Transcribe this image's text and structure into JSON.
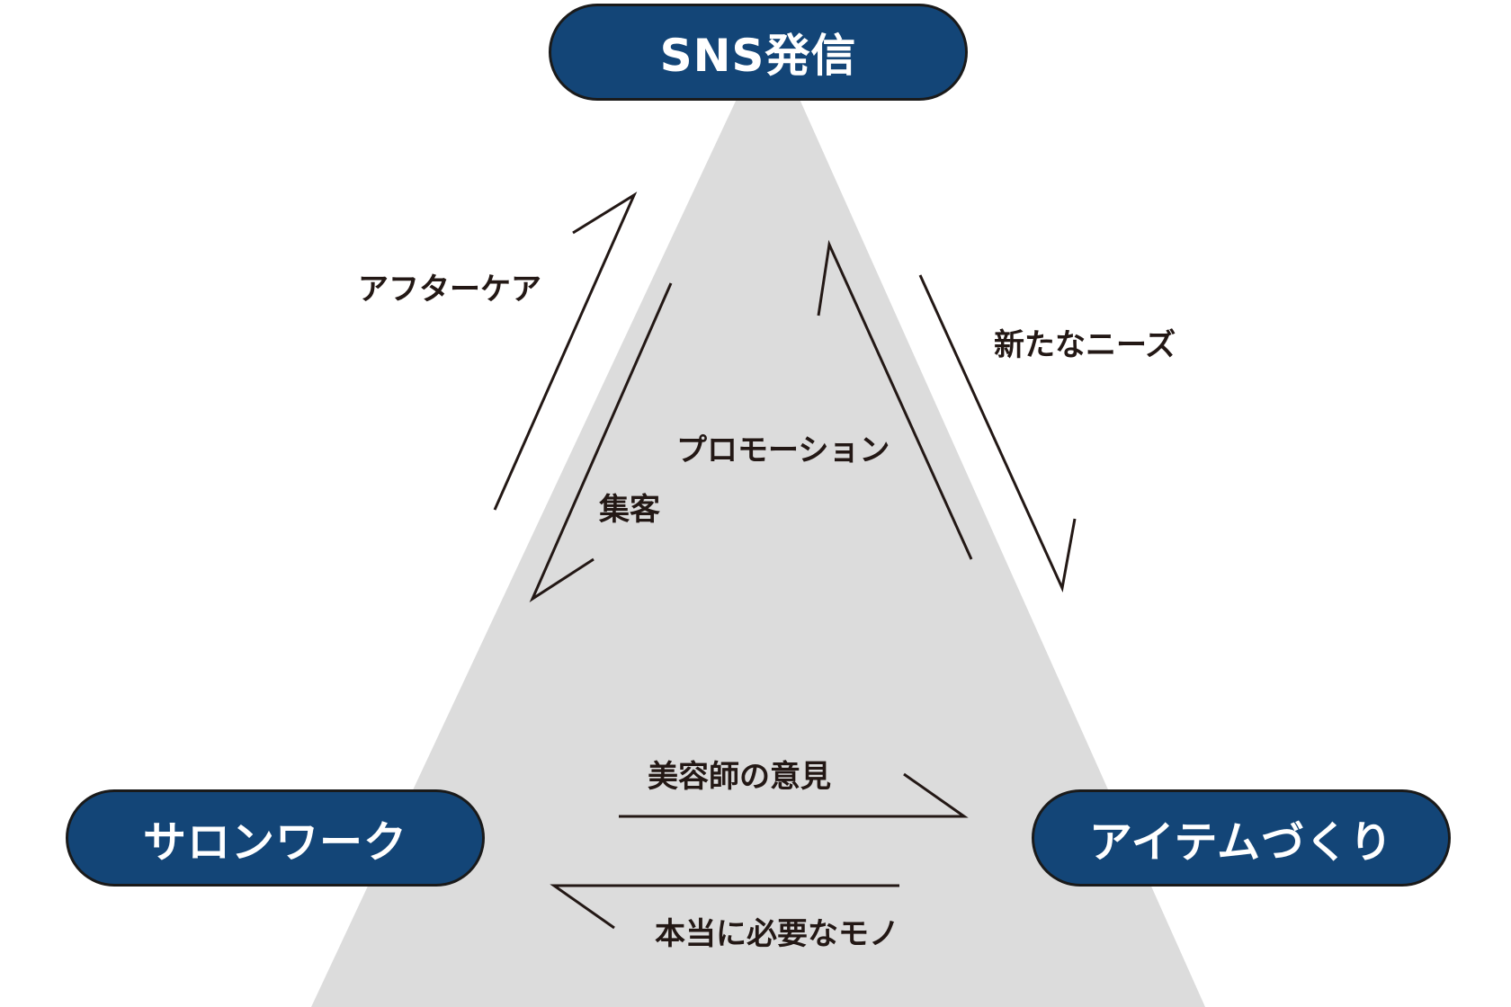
{
  "diagram": {
    "nodes": {
      "top": "SNS発信",
      "left": "サロンワーク",
      "right": "アイテムづくり"
    },
    "flows": {
      "aftercare": "アフターケア",
      "new_needs": "新たなニーズ",
      "promotion": "プロモーション",
      "shukyaku": "集客",
      "stylist_opinion": "美容師の意見",
      "truly_needed": "本当に必要なモノ"
    },
    "colors": {
      "node_fill": "#134577",
      "node_text": "#ffffff",
      "triangle_fill": "#dcdcdc",
      "arrow_stroke": "#231815",
      "label_text": "#231815"
    }
  }
}
